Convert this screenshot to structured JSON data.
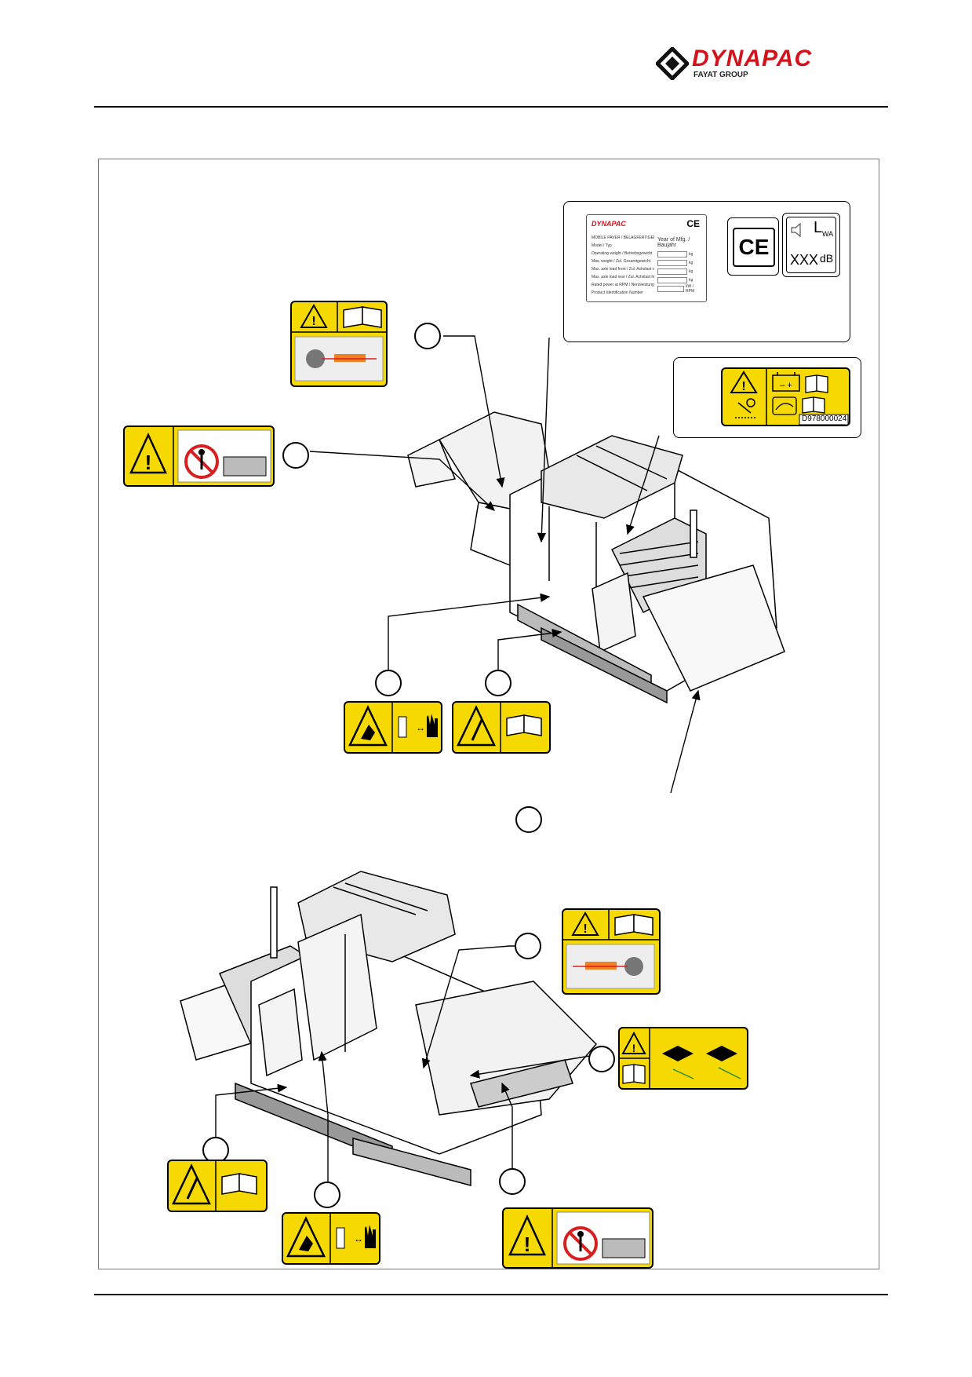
{
  "brand": {
    "name": "DYNAPAC",
    "group": "FAYAT GROUP",
    "color": "#d4121c"
  },
  "plate": {
    "brand": "DYNAPAC",
    "ce_mark": "CE",
    "fields": [
      "MOBILE PAVER / BELAGFERTIGER",
      "Model / Typ",
      "Operating weight / Betriebsgewicht",
      "Max. weight / Zul. Gesamtgewicht",
      "Max. axle load front / Zul. Achslast vorne",
      "Max. axle load rear / Zul. Achslast hinten",
      "Rated power at RPM / Nennleistung bei Drehzahl",
      "Product Identification Number"
    ],
    "year_label": "Year of Mfg. / Baujahr",
    "units": [
      "kg",
      "kg",
      "kg",
      "kg",
      "kW / RPM"
    ]
  },
  "noise_decal": {
    "symbol": "L",
    "subscript": "WA",
    "value": "XXX",
    "unit": "dB",
    "ce": "CE"
  },
  "battery_decal": {
    "code": "D978000024",
    "terminals": "– +"
  },
  "colors": {
    "decal_yellow": "#f6d900",
    "decal_red": "#d81e1e",
    "line": "#000000"
  },
  "icons": [
    "warning-triangle-icon",
    "manual-book-icon",
    "hand-crush-icon",
    "no-person-icon",
    "battery-icon",
    "welding-icon",
    "lift-point-icon"
  ]
}
